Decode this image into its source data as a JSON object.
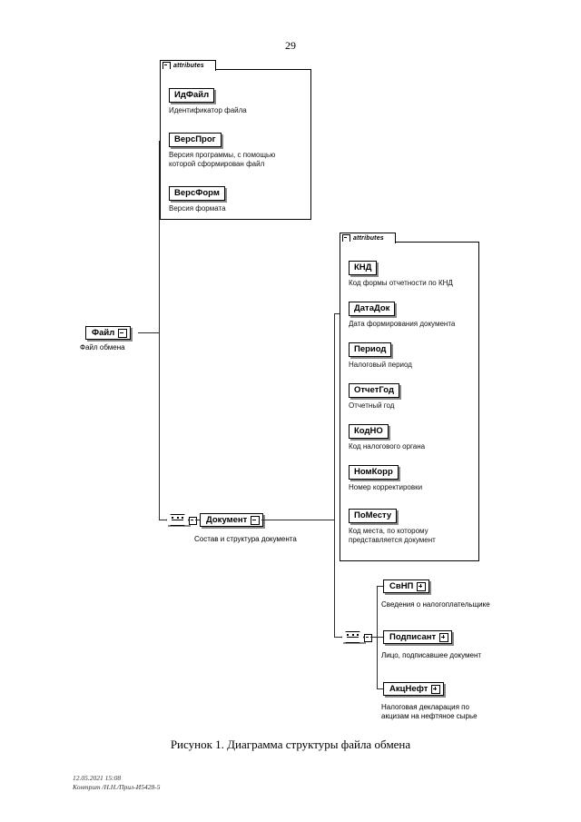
{
  "page": {
    "number": "29",
    "caption": "Рисунок 1. Диаграмма структуры файла обмена",
    "footer_line1": "12.05.2021 15:08",
    "footer_line2": "Контрит /Н.Н./Прил-И5428-5"
  },
  "diagram": {
    "attributes_tab_label": "attributes",
    "root": {
      "name": "Файл",
      "description": "Файл обмена",
      "expander": "minus"
    },
    "file_attributes": [
      {
        "name": "ИдФайл",
        "description": "Идентификатор файла"
      },
      {
        "name": "ВерсПрог",
        "description": "Версия программы, с помощью\nкоторой сформирован файл"
      },
      {
        "name": "ВерсФорм",
        "description": "Версия формата"
      }
    ],
    "document": {
      "name": "Документ",
      "description": "Состав и структура документа",
      "expander": "minus"
    },
    "document_attributes": [
      {
        "name": "КНД",
        "description": "Код формы отчетности по КНД"
      },
      {
        "name": "ДатаДок",
        "description": "Дата формирования документа"
      },
      {
        "name": "Период",
        "description": "Налоговый период"
      },
      {
        "name": "ОтчетГод",
        "description": "Отчетный год"
      },
      {
        "name": "КодНО",
        "description": "Код налогового органа"
      },
      {
        "name": "НомКорр",
        "description": "Номер корректировки"
      },
      {
        "name": "ПоМесту",
        "description": "Код места, по которому\nпредставляется документ"
      }
    ],
    "document_children": [
      {
        "name": "СвНП",
        "description": "Сведения о налогоплательщике",
        "expander": "plus"
      },
      {
        "name": "Подписант",
        "description": "Лицо, подписавшее документ",
        "expander": "plus"
      },
      {
        "name": "АкцНефт",
        "description": "Налоговая декларация по\nакцизам на нефтяное сырье",
        "expander": "plus"
      }
    ]
  },
  "colors": {
    "line": "#2b2b2b",
    "shadow": "#8a8a8a",
    "background": "#ffffff",
    "text": "#000000"
  }
}
